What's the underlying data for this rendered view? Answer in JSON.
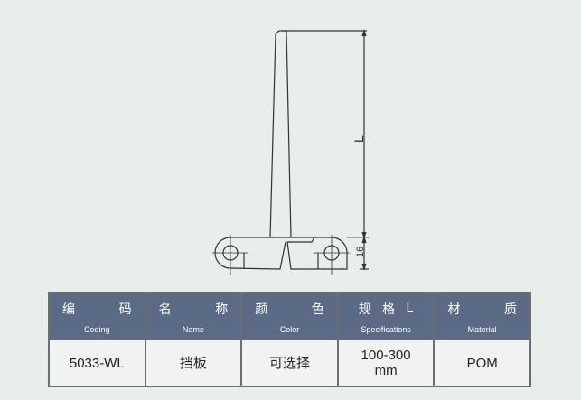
{
  "drawing": {
    "dim_length_label": "L",
    "dim_height_label": "16"
  },
  "table": {
    "headers": [
      {
        "cn": [
          "编",
          "码"
        ],
        "en": "Coding"
      },
      {
        "cn": [
          "名",
          "称"
        ],
        "en": "Name"
      },
      {
        "cn": [
          "颜",
          "色"
        ],
        "en": "Color"
      },
      {
        "cn": [
          "规",
          "格",
          "L"
        ],
        "en": "Specifications"
      },
      {
        "cn": [
          "材",
          "质"
        ],
        "en": "Material"
      }
    ],
    "row": [
      "5033-WL",
      "挡板",
      "可选择",
      "100-300",
      "mm",
      "POM"
    ]
  },
  "colors": {
    "header_bg": "#5b6b86",
    "background": "#e8eee9"
  }
}
